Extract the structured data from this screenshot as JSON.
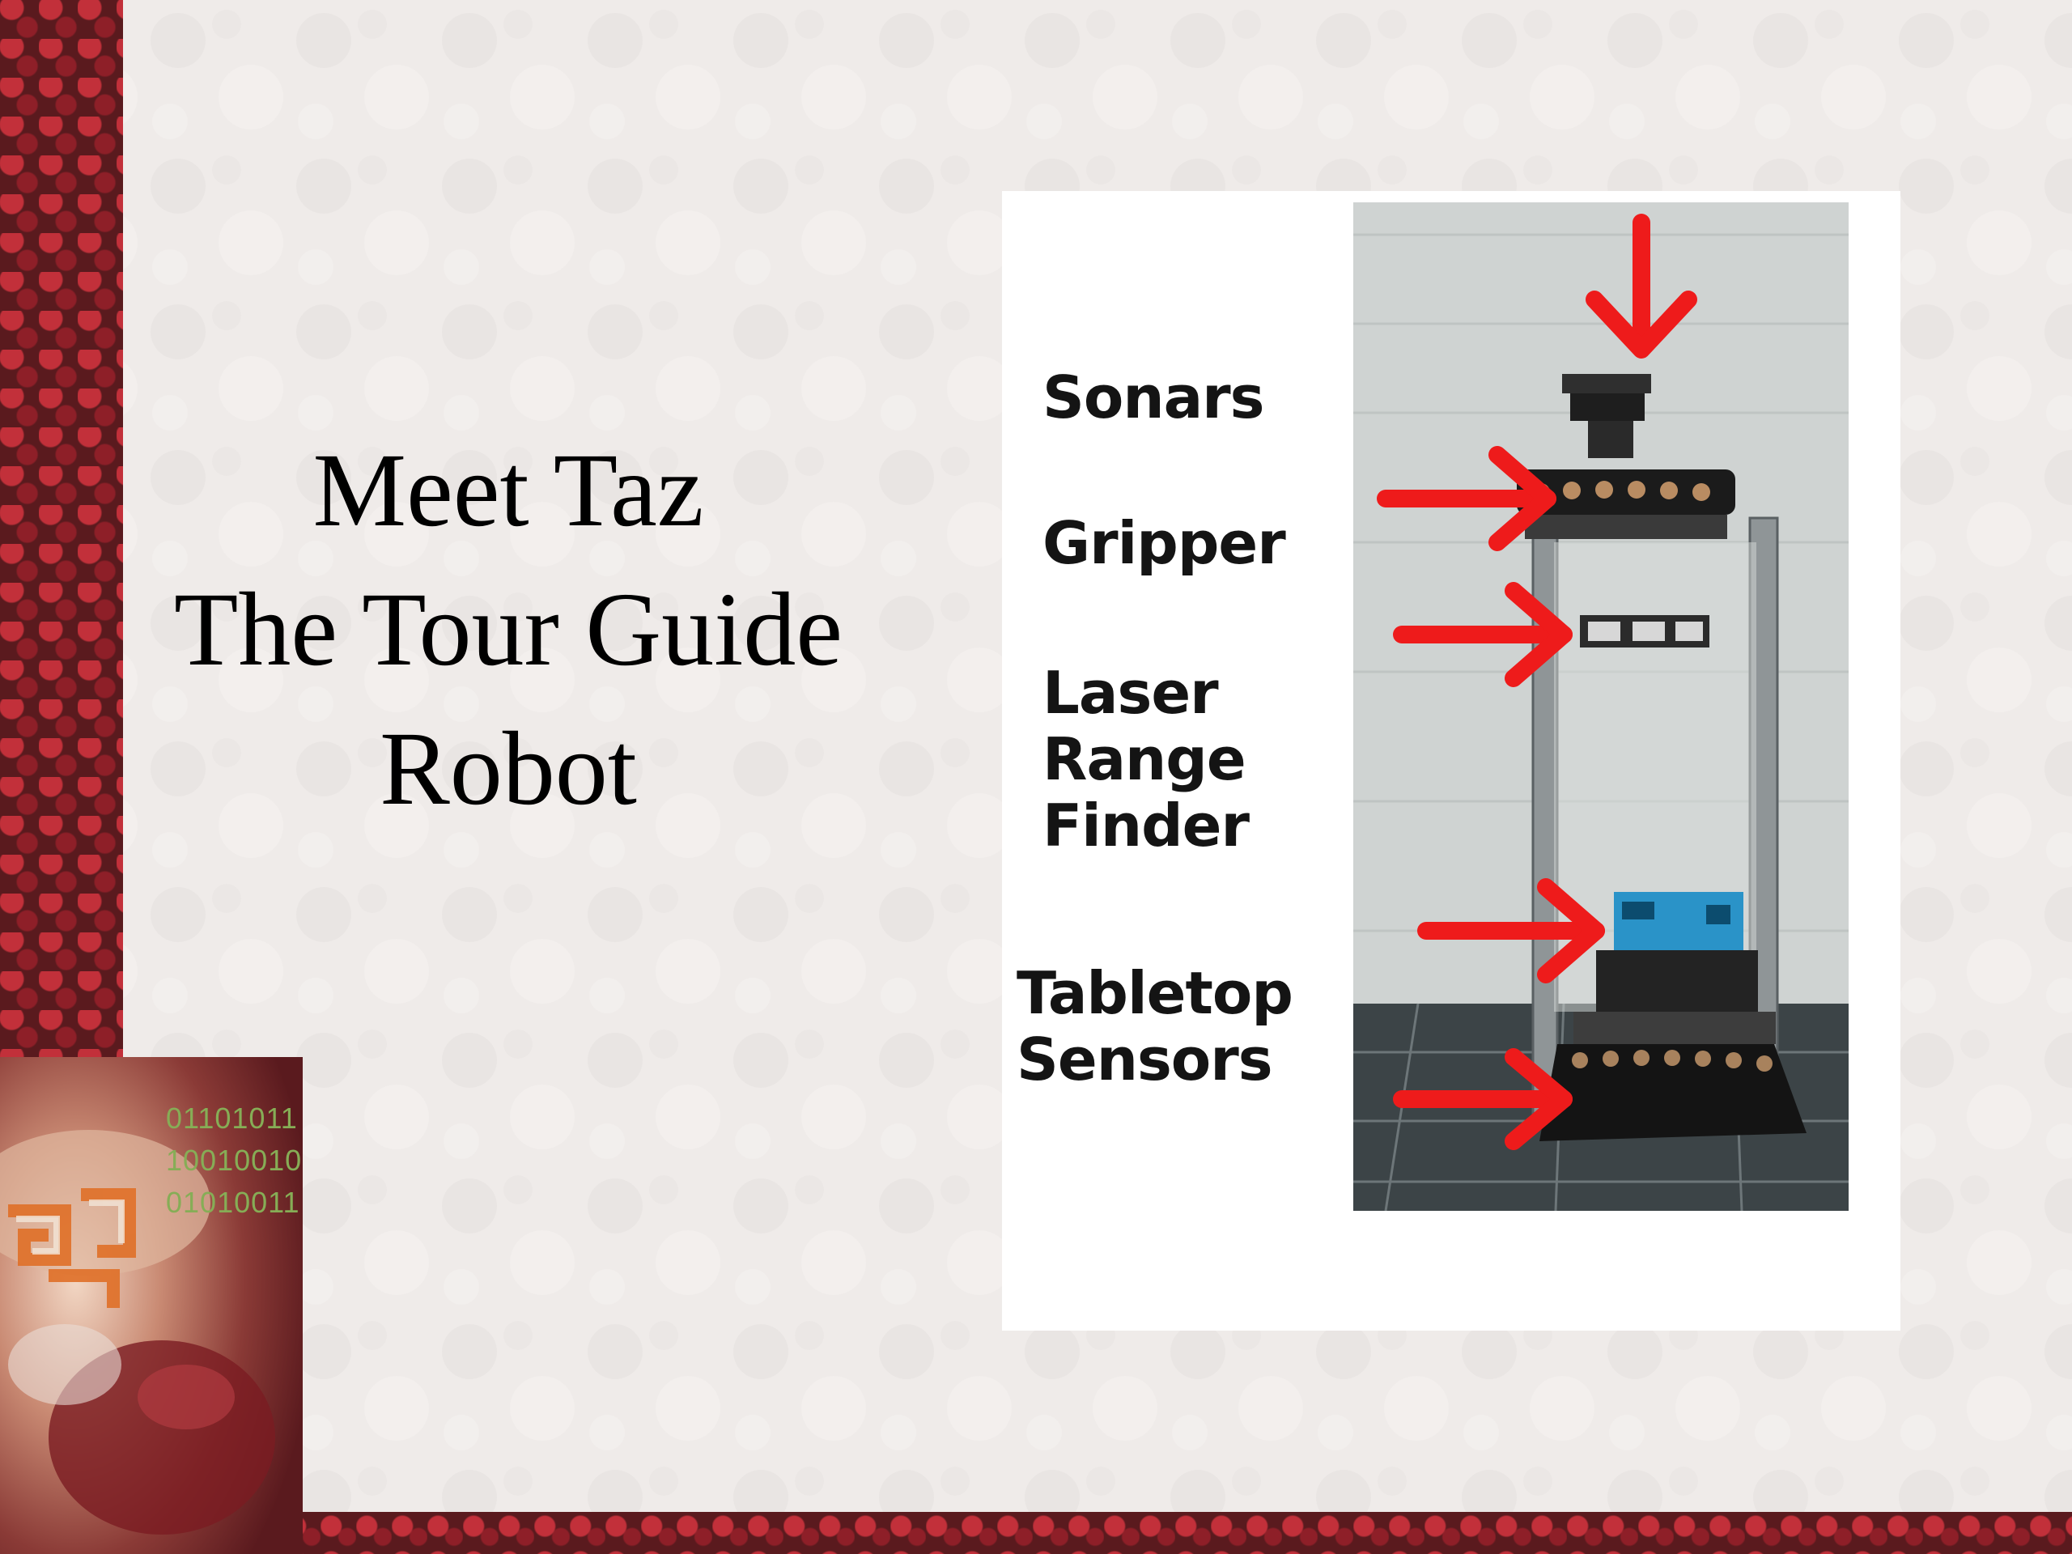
{
  "slide": {
    "title_lines": [
      "Meet Taz",
      "The Tour Guide",
      "Robot"
    ],
    "binary_lines": [
      "01101011",
      "10010010",
      "01010011"
    ]
  },
  "figure": {
    "labels": {
      "sonars": "Sonars",
      "gripper": "Gripper",
      "laser": [
        "Laser",
        "Range",
        "Finder"
      ],
      "tabletop": [
        "Tabletop",
        "Sensors"
      ]
    }
  },
  "colors": {
    "background": "#efebe9",
    "border_red": "#8e1f28",
    "arrow_red": "#ee1b1b",
    "binary_green": "#86ad56",
    "sensor_blue": "#2a93c8"
  }
}
